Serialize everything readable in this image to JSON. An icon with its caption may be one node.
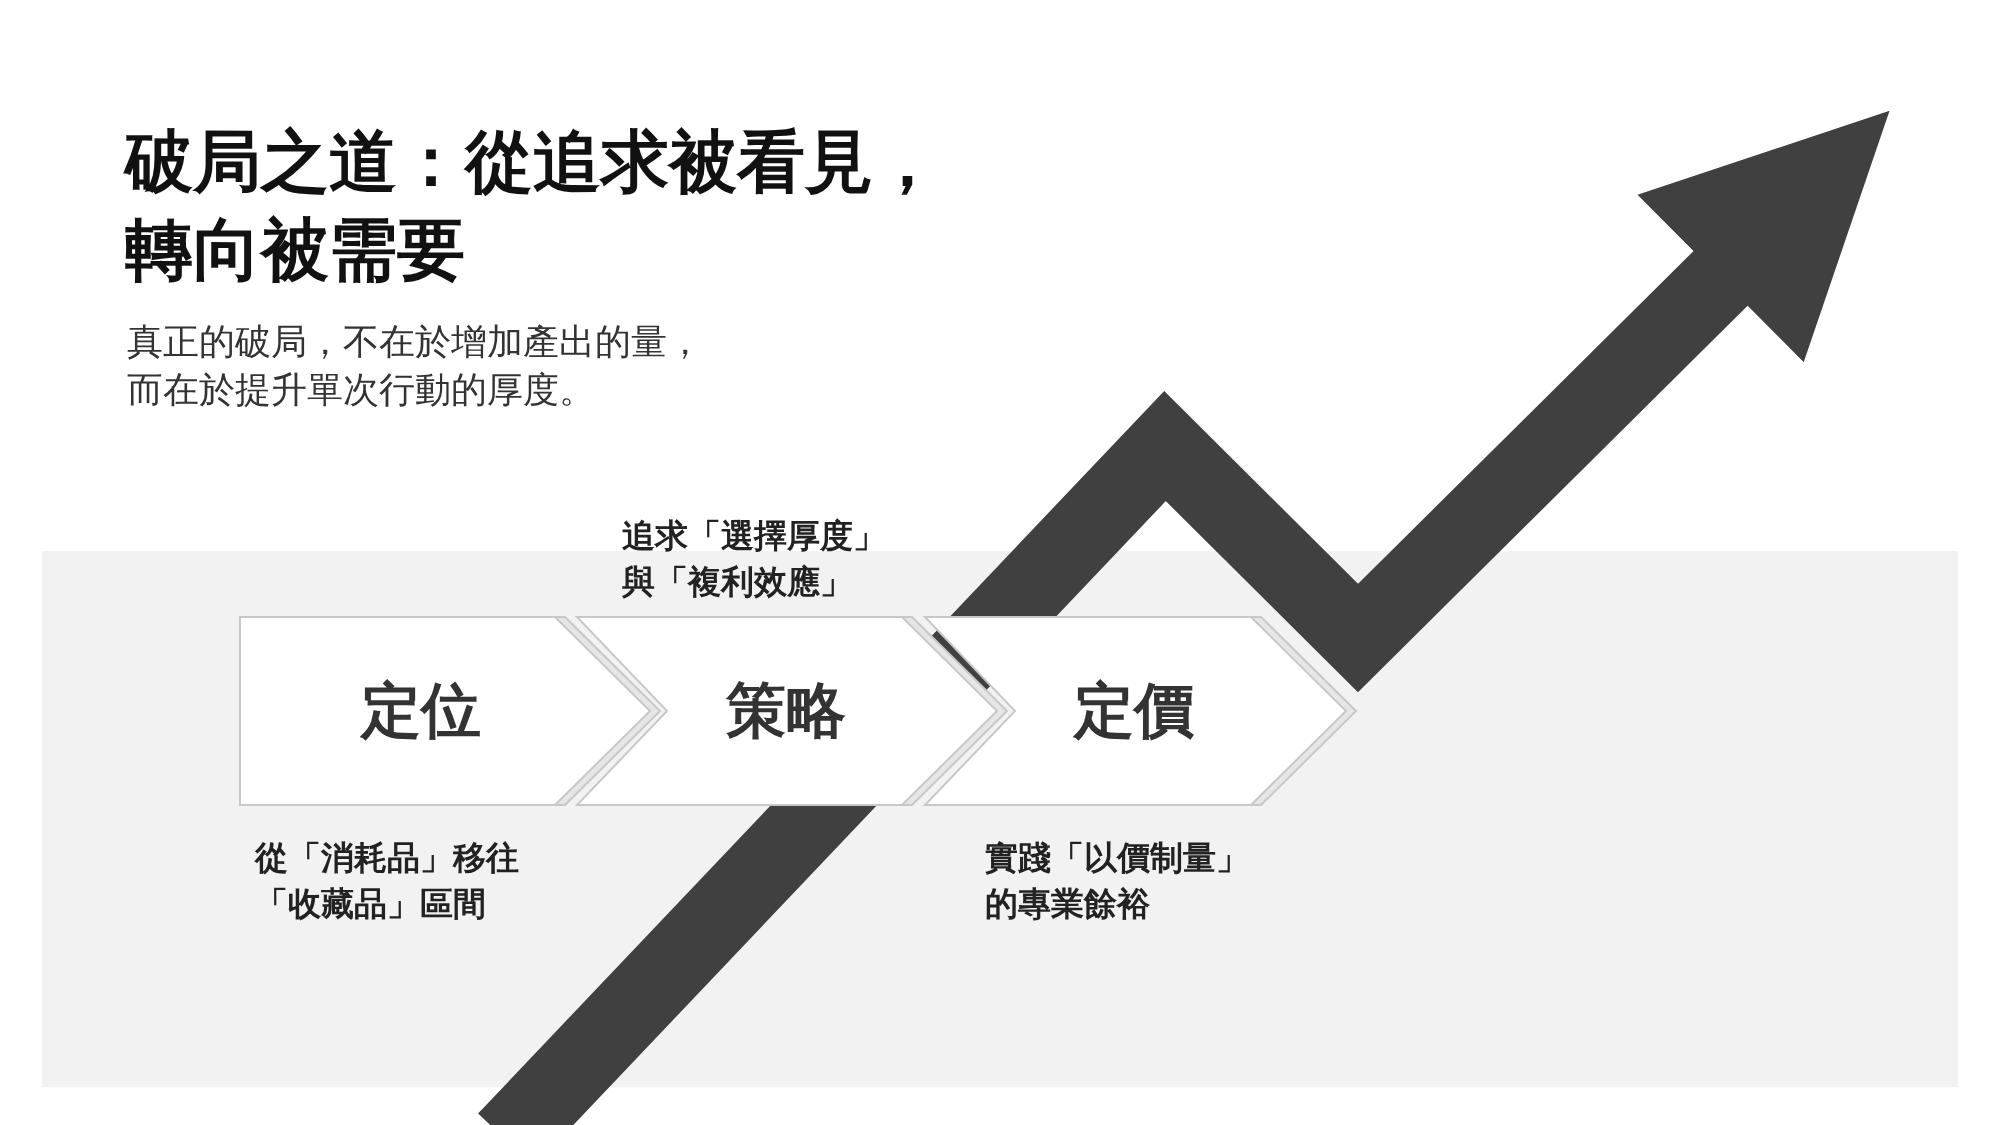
{
  "diagram": {
    "title": "破局之道：從追求被看見，轉向被需要",
    "nodes": [
      {
        "text": [
          "定位"
        ],
        "beside": [
          "從「消耗品」移往「收藏品」區間"
        ]
      },
      {
        "text": [
          "策略"
        ],
        "beside": [
          "追求「選擇厚度」與「複利效應」"
        ]
      },
      {
        "text": [
          "定價"
        ],
        "beside": [
          "實踐「以價制量」的專業餘裕"
        ]
      }
    ],
    "edges": [],
    "labels": [
      "真正的破局，不在於增加產出的量，而在於提升單次行動的厚度。"
    ]
  }
}
